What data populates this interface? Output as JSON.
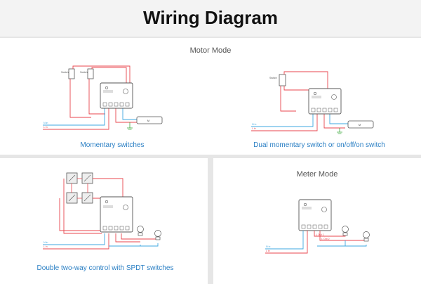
{
  "header": {
    "title": "Wiring Diagram"
  },
  "sections": {
    "motor_mode_title": "Motor Mode",
    "meter_mode_title": "Meter Mode"
  },
  "captions": {
    "diagram1": "Momentary switches",
    "diagram2": "Dual momentary switch or on/off/on switch",
    "diagram3": "Double two-way control with SPDT switches",
    "diagram4": ""
  },
  "wire_labels": {
    "neutral": "N in",
    "live": "L in",
    "load1": "L Out 1",
    "load2": "L Out 2",
    "switch": "Switch",
    "motor": "M"
  },
  "colors": {
    "live_wire": "#e8454d",
    "neutral_wire": "#3da7e0",
    "earth_wire": "#3aa63a",
    "device_stroke": "#555555",
    "caption_text": "#2a7fc4"
  }
}
